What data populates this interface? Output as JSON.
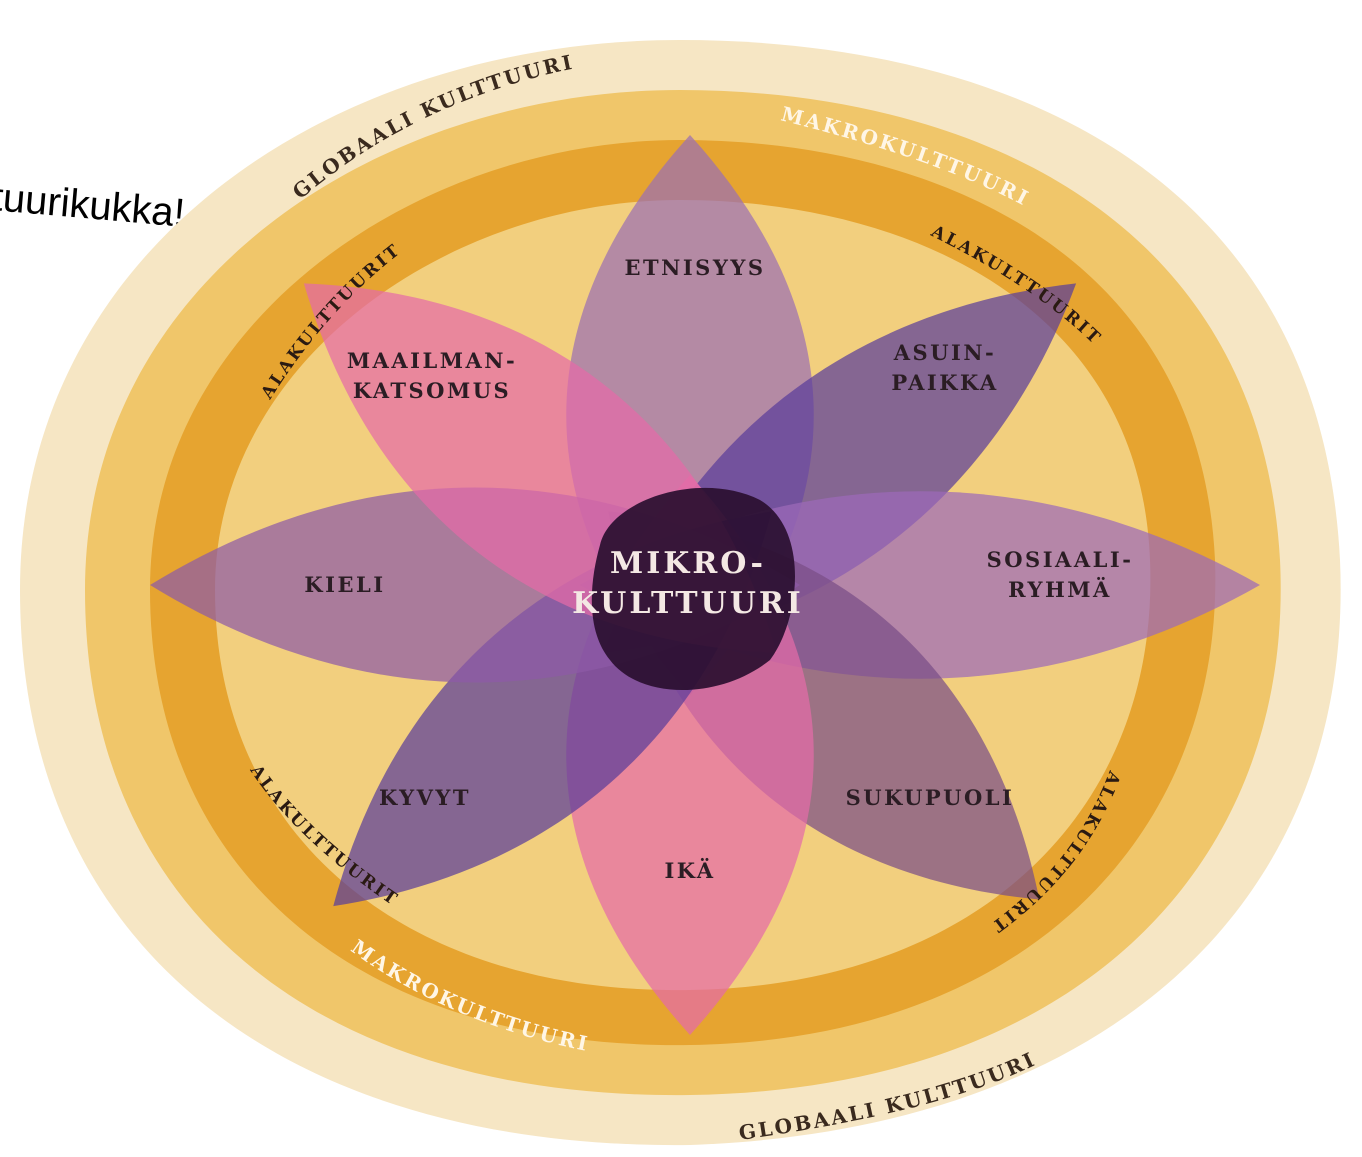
{
  "headline": "tuurikukka!",
  "rings": {
    "outer": "GLOBAALI KULTTUURI",
    "middle": "MAKROKULTTUURI",
    "inner": "ALAKULTTUURIT"
  },
  "center": {
    "line1": "MIKRO-",
    "line2": "KULTTUURI"
  },
  "petals": [
    {
      "id": "etnisyys",
      "lines": [
        "ETNISYYS"
      ],
      "color": "#9b6fb3"
    },
    {
      "id": "asuinpaikka",
      "lines": [
        "ASUIN-",
        "PAIKKA"
      ],
      "color": "#5a3d9a"
    },
    {
      "id": "sosiaaliryhma",
      "lines": [
        "SOSIAALI-",
        "RYHMÄ"
      ],
      "color": "#9d6ab8"
    },
    {
      "id": "sukupuoli",
      "lines": [
        "SUKUPUOLI"
      ],
      "color": "#7a4e86"
    },
    {
      "id": "ika",
      "lines": [
        "IKÄ"
      ],
      "color": "#e56ba8"
    },
    {
      "id": "kyvyt",
      "lines": [
        "KYVYT"
      ],
      "color": "#5a3d9a"
    },
    {
      "id": "kieli",
      "lines": [
        "KIELI"
      ],
      "color": "#8e5aa6"
    },
    {
      "id": "maailmankatsomus",
      "lines": [
        "MAAILMAN-",
        "KATSOMUS"
      ],
      "color": "#e56ba8"
    }
  ],
  "colors": {
    "outer_ring": "#f6e6c4",
    "middle_ring": "#f0c66a",
    "inner_ring": "#e6a430",
    "center": "#2a0f30"
  }
}
